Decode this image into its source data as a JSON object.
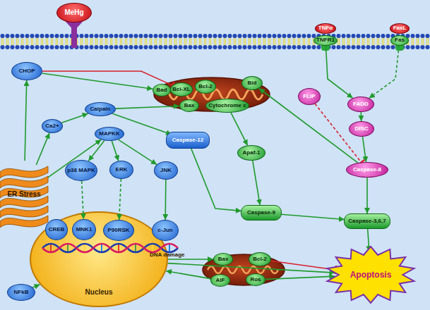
{
  "diagram": {
    "nodes": [
      {
        "text": [
          "MeHg"
        ]
      },
      {
        "text": [
          "TNFα"
        ]
      },
      {
        "text": [
          "FasL"
        ]
      },
      {
        "text": [
          "TNFR1"
        ]
      },
      {
        "text": [
          "Fas"
        ]
      },
      {
        "text": [
          "CHOP"
        ]
      },
      {
        "text": [
          "Bad"
        ]
      },
      {
        "text": [
          "Bcl-XL"
        ]
      },
      {
        "text": [
          "Bcl-2"
        ]
      },
      {
        "text": [
          "Bid"
        ]
      },
      {
        "text": [
          "Bax"
        ]
      },
      {
        "text": [
          "Cytochrome c"
        ]
      },
      {
        "text": [
          "FADD"
        ]
      },
      {
        "text": [
          "FLIP"
        ]
      },
      {
        "text": [
          "Calpain"
        ]
      },
      {
        "text": [
          "Ca2+"
        ]
      },
      {
        "text": [
          "DISC"
        ]
      },
      {
        "text": [
          "MAPKK"
        ]
      },
      {
        "text": [
          "Caspase-12"
        ]
      },
      {
        "text": [
          "Apaf-1"
        ]
      },
      {
        "text": [
          "Caspase-8"
        ]
      },
      {
        "text": [
          "ER Stress"
        ]
      },
      {
        "text": [
          "p38 MAPK"
        ]
      },
      {
        "text": [
          "ERK"
        ]
      },
      {
        "text": [
          "JNK"
        ]
      },
      {
        "text": [
          "Caspase-9"
        ]
      },
      {
        "text": [
          "Caspase-3,6,7"
        ]
      },
      {
        "text": [
          "CREB"
        ]
      },
      {
        "text": [
          "MNK1"
        ]
      },
      {
        "text": [
          "P90RSK"
        ]
      },
      {
        "text": [
          "c-Jun"
        ]
      },
      {
        "text": [
          "Bax"
        ]
      },
      {
        "text": [
          "Bcl-2"
        ]
      },
      {
        "text": [
          "Nucleus"
        ]
      },
      {
        "text": [
          "AIF"
        ]
      },
      {
        "text": [
          "Ros"
        ]
      },
      {
        "text": [
          "Apoptosis"
        ]
      },
      {
        "text": [
          "NFkB"
        ]
      }
    ],
    "edges": [
      {
        "from": 21,
        "to": 5,
        "arrow": "to"
      },
      {
        "from": 21,
        "to": 15,
        "arrow": "to"
      },
      {
        "from": 21,
        "to": 17,
        "arrow": "to"
      },
      {
        "from": 5,
        "to": 7,
        "arrow": "to"
      },
      {
        "from": 5,
        "to": 6,
        "arrow": "to"
      },
      {
        "from": 15,
        "to": 14,
        "arrow": "to"
      },
      {
        "from": 14,
        "to": 10,
        "arrow": "to"
      },
      {
        "from": 14,
        "to": 18,
        "arrow": "to"
      },
      {
        "from": 17,
        "to": 22,
        "arrow": "to"
      },
      {
        "from": 17,
        "to": 23,
        "arrow": "to"
      },
      {
        "from": 17,
        "to": 24,
        "arrow": "to"
      },
      {
        "from": 22,
        "to": 28,
        "arrow": "to"
      },
      {
        "from": 23,
        "to": 29,
        "arrow": "to"
      },
      {
        "from": 24,
        "to": 30,
        "arrow": "to"
      },
      {
        "from": 11,
        "to": 19,
        "arrow": "to"
      },
      {
        "from": 18,
        "to": 25,
        "arrow": "to"
      },
      {
        "from": 19,
        "to": 25,
        "arrow": "to"
      },
      {
        "from": 25,
        "to": 26,
        "arrow": "to"
      },
      {
        "from": 3,
        "to": 12,
        "arrow": "to"
      },
      {
        "from": 4,
        "to": 12,
        "arrow": "to"
      },
      {
        "from": 12,
        "to": 16,
        "arrow": "to"
      },
      {
        "from": 16,
        "to": 20,
        "arrow": "to"
      },
      {
        "from": 13,
        "to": 20,
        "arrow": "to"
      },
      {
        "from": 20,
        "to": 9,
        "arrow": "to"
      },
      {
        "from": 20,
        "to": 26,
        "arrow": "to"
      },
      {
        "from": 26,
        "to": 36,
        "arrow": "to"
      },
      {
        "from": 33,
        "to": 36,
        "arrow": "to"
      },
      {
        "from": 33,
        "to": 31,
        "arrow": "to"
      },
      {
        "from": 32,
        "to": 36,
        "arrow": "to"
      },
      {
        "from": 34,
        "to": 33,
        "arrow": "to"
      },
      {
        "from": 35,
        "to": 36,
        "arrow": "to"
      },
      {
        "from": 37,
        "to": 33,
        "arrow": "to"
      }
    ],
    "labels": [
      "DNA damage"
    ]
  }
}
